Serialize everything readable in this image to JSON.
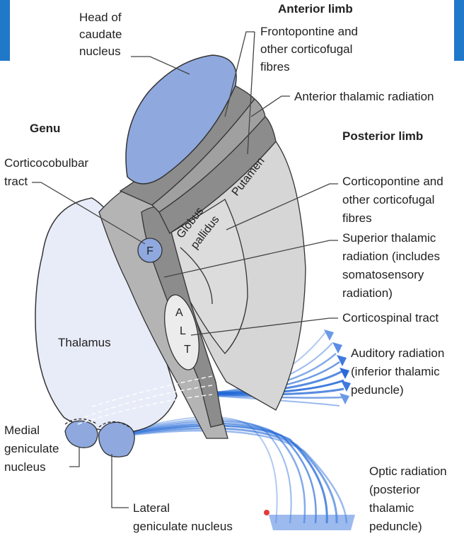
{
  "labels": {
    "head_caudate": [
      "Head of",
      "caudate",
      "nucleus"
    ],
    "anterior_limb": "Anterior limb",
    "frontopontine": [
      "Frontopontine and",
      "other corticofugal",
      "fibres"
    ],
    "anterior_thalamic": "Anterior thalamic radiation",
    "genu": "Genu",
    "posterior_limb": "Posterior limb",
    "corticobulbar": [
      "Corticocobulbar",
      "tract"
    ],
    "corticopontine": [
      "Corticopontine and",
      "other corticofugal",
      "fibres"
    ],
    "superior_thalamic": [
      "Superior thalamic",
      "radiation (includes",
      "somatosensory",
      "radiation)"
    ],
    "corticospinal": "Corticospinal tract",
    "auditory": [
      "Auditory radiation",
      "(inferior thalamic",
      "peduncle)"
    ],
    "thalamus": "Thalamus",
    "medial_geniculate": [
      "Medial",
      "geniculate",
      "nucleus"
    ],
    "lateral_geniculate": [
      "Lateral",
      "geniculate nucleus"
    ],
    "optic": [
      "Optic radiation",
      "(posterior",
      "thalamic",
      "peduncle)"
    ],
    "putamen": "Putamen",
    "globus_pallidus": [
      "Globus",
      "pallidus"
    ],
    "f_marker": "F",
    "alt_marker": [
      "A",
      "L",
      "T"
    ]
  },
  "colors": {
    "frame": "#1f78c8",
    "caudate": "#8fa9df",
    "thalamus": "#e8ecf8",
    "capsule_dark": "#8c8c8c",
    "capsule_mid": "#b4b4b4",
    "lentiform": "#d6d6d6",
    "radiation": "#1f66d6"
  }
}
